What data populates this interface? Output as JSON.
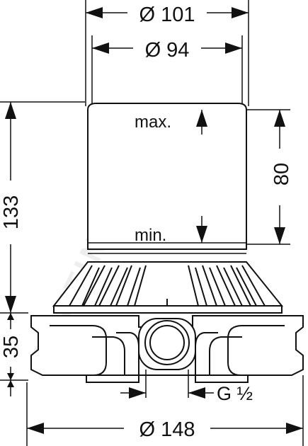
{
  "dimensions": {
    "outer_diameter": "Ø 101",
    "inner_diameter": "Ø 94",
    "height_total": "133",
    "height_base": "35",
    "range_height": "80",
    "base_width": "Ø 148",
    "thread": "G ½"
  },
  "notes": {
    "max_label": "max.",
    "min_label": "min."
  },
  "watermark": "SANTINO",
  "colors": {
    "line": "#111111",
    "background": "#ffffff",
    "watermark": "#eeeeee"
  }
}
